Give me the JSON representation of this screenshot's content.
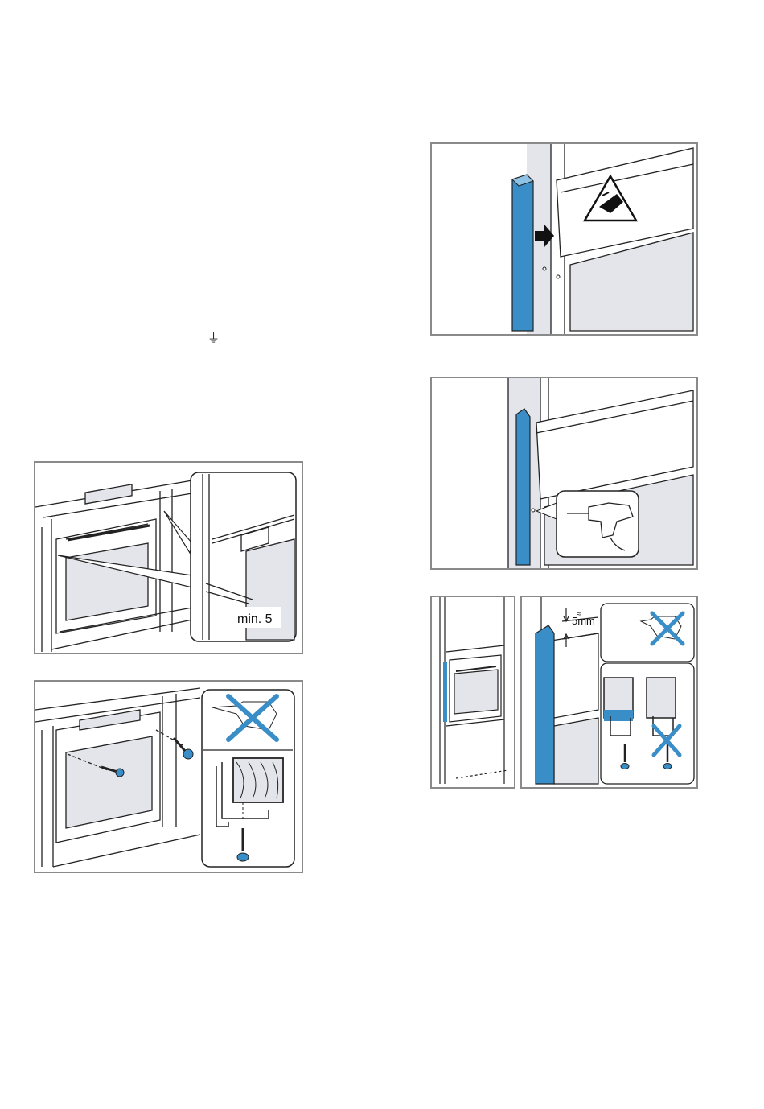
{
  "symbols": {
    "ground": "⏚",
    "ground_icon": "protective-earth-symbol"
  },
  "figures": {
    "oven_gap": {
      "label": "min. 5"
    },
    "screw_fixing": {},
    "warning_strip": {
      "icon": "cut-hazard-warning-icon"
    },
    "drill_strip": {
      "icon": "drill-icon"
    },
    "strip_spacing": {
      "label": "5mm",
      "approx": "≈"
    }
  },
  "colors": {
    "accent_blue": "#3a8ec8",
    "panel_border": "#8a8a8a",
    "glass": "#e3e5ea",
    "line": "#222222"
  }
}
